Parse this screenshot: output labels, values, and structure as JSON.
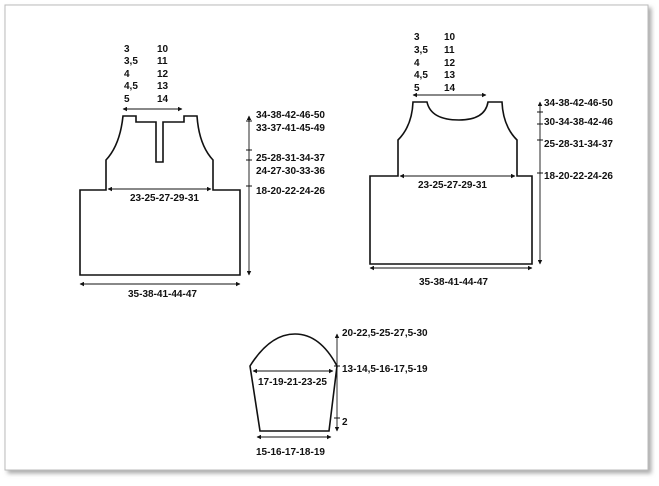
{
  "front": {
    "neck_sizes": [
      "3",
      "3,5",
      "4",
      "4,5",
      "5"
    ],
    "neck_values": [
      "10",
      "11",
      "12",
      "13",
      "14"
    ],
    "right_dims": [
      "34-38-42-46-50",
      "33-37-41-45-49",
      "25-28-31-34-37",
      "24-27-30-33-36",
      "18-20-22-24-26"
    ],
    "chest_width": "23-25-27-29-31",
    "bottom_width": "35-38-41-44-47"
  },
  "back": {
    "neck_sizes": [
      "3",
      "3,5",
      "4",
      "4,5",
      "5"
    ],
    "neck_values": [
      "10",
      "11",
      "12",
      "13",
      "14"
    ],
    "right_dims": [
      "34-38-42-46-50",
      "30-34-38-42-46",
      "25-28-31-34-37",
      "18-20-22-24-26"
    ],
    "chest_width": "23-25-27-29-31",
    "bottom_width": "35-38-41-44-47"
  },
  "sleeve": {
    "right_dims": [
      "20-22,5-25-27,5-30",
      "13-14,5-16-17,5-19",
      "2"
    ],
    "upper_width": "17-19-21-23-25",
    "bottom_width": "15-16-17-18-19"
  }
}
